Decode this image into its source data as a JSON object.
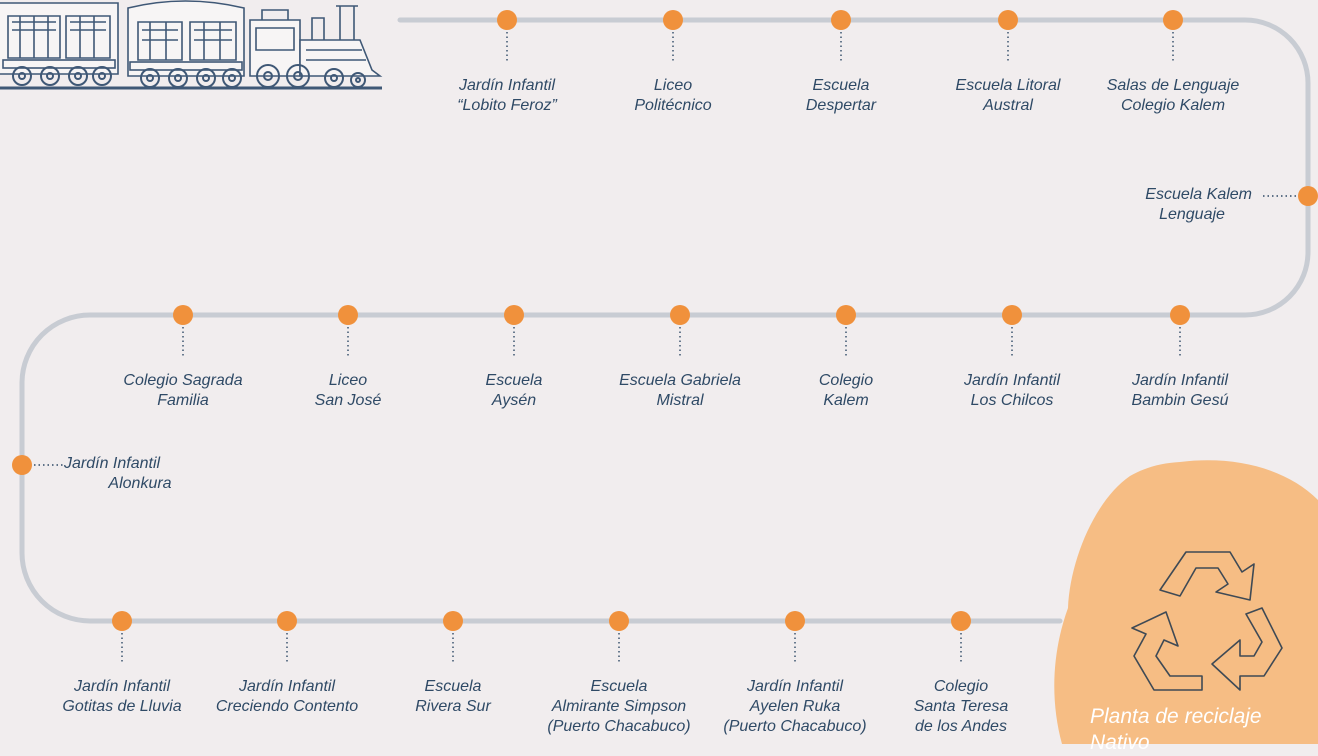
{
  "colors": {
    "background": "#f1edee",
    "track": "#c8ccd3",
    "stop": "#f0913c",
    "label": "#2f4a66",
    "plant_blob": "#f6bd84",
    "plant_text": "#ffffff"
  },
  "route": [
    {
      "id": "lobito",
      "lines": [
        "Jardín Infantil",
        "“Lobito Feroz”"
      ]
    },
    {
      "id": "liceo-politecnico",
      "lines": [
        "Liceo",
        "Politécnico"
      ]
    },
    {
      "id": "despertar",
      "lines": [
        "Escuela",
        "Despertar"
      ]
    },
    {
      "id": "litoral",
      "lines": [
        "Escuela Litoral",
        "Austral"
      ]
    },
    {
      "id": "salas-lenguaje",
      "lines": [
        "Salas de Lenguaje",
        "Colegio Kalem"
      ]
    },
    {
      "id": "kalem-lenguaje",
      "lines": [
        "Escuela Kalem",
        "Lenguaje"
      ]
    },
    {
      "id": "bambin",
      "lines": [
        "Jardín Infantil",
        "Bambin Gesú"
      ]
    },
    {
      "id": "chilcos",
      "lines": [
        "Jardín Infantil",
        "Los Chilcos"
      ]
    },
    {
      "id": "colegio-kalem",
      "lines": [
        "Colegio",
        "Kalem"
      ]
    },
    {
      "id": "mistral",
      "lines": [
        "Escuela Gabriela",
        "Mistral"
      ]
    },
    {
      "id": "aysen",
      "lines": [
        "Escuela",
        "Aysén"
      ]
    },
    {
      "id": "san-jose",
      "lines": [
        "Liceo",
        "San José"
      ]
    },
    {
      "id": "sagrada",
      "lines": [
        "Colegio Sagrada",
        "Familia"
      ]
    },
    {
      "id": "alonkura",
      "lines": [
        "Jardín Infantil",
        "Alonkura"
      ]
    },
    {
      "id": "gotitas",
      "lines": [
        "Jardín Infantil",
        "Gotitas de Lluvia"
      ]
    },
    {
      "id": "creciendo",
      "lines": [
        "Jardín Infantil",
        "Creciendo Contento"
      ]
    },
    {
      "id": "rivera",
      "lines": [
        "Escuela",
        "Rivera Sur"
      ]
    },
    {
      "id": "simpson",
      "lines": [
        "Escuela",
        "Almirante Simpson",
        "(Puerto Chacabuco)"
      ]
    },
    {
      "id": "ayelen",
      "lines": [
        "Jardín Infantil",
        "Ayelen Ruka",
        "(Puerto Chacabuco)"
      ]
    },
    {
      "id": "santa-teresa",
      "lines": [
        "Colegio",
        "Santa Teresa",
        "de los Andes"
      ]
    }
  ],
  "destination": {
    "lines": [
      "Planta de reciclaje",
      "Nativo"
    ],
    "icon": "recycle-icon"
  },
  "decor": {
    "icon": "train-illustration"
  }
}
